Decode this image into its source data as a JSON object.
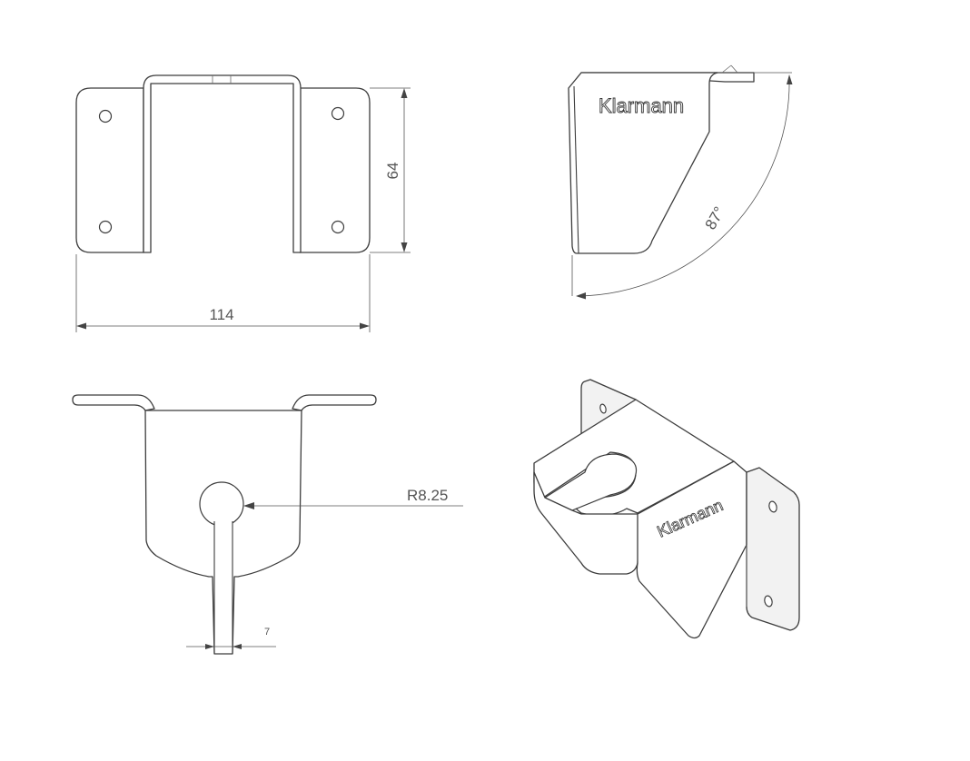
{
  "views": {
    "front": {
      "dim_width": "114",
      "dim_height": "64"
    },
    "side": {
      "brand_label": "Klarmann",
      "dim_angle": "87°"
    },
    "bottom": {
      "dim_radius": "R8.25",
      "dim_slot": "7"
    },
    "iso": {
      "brand_label": "Klarmann"
    }
  },
  "colors": {
    "line": "#3c3c3c",
    "dimension": "#555555",
    "background": "#ffffff"
  }
}
